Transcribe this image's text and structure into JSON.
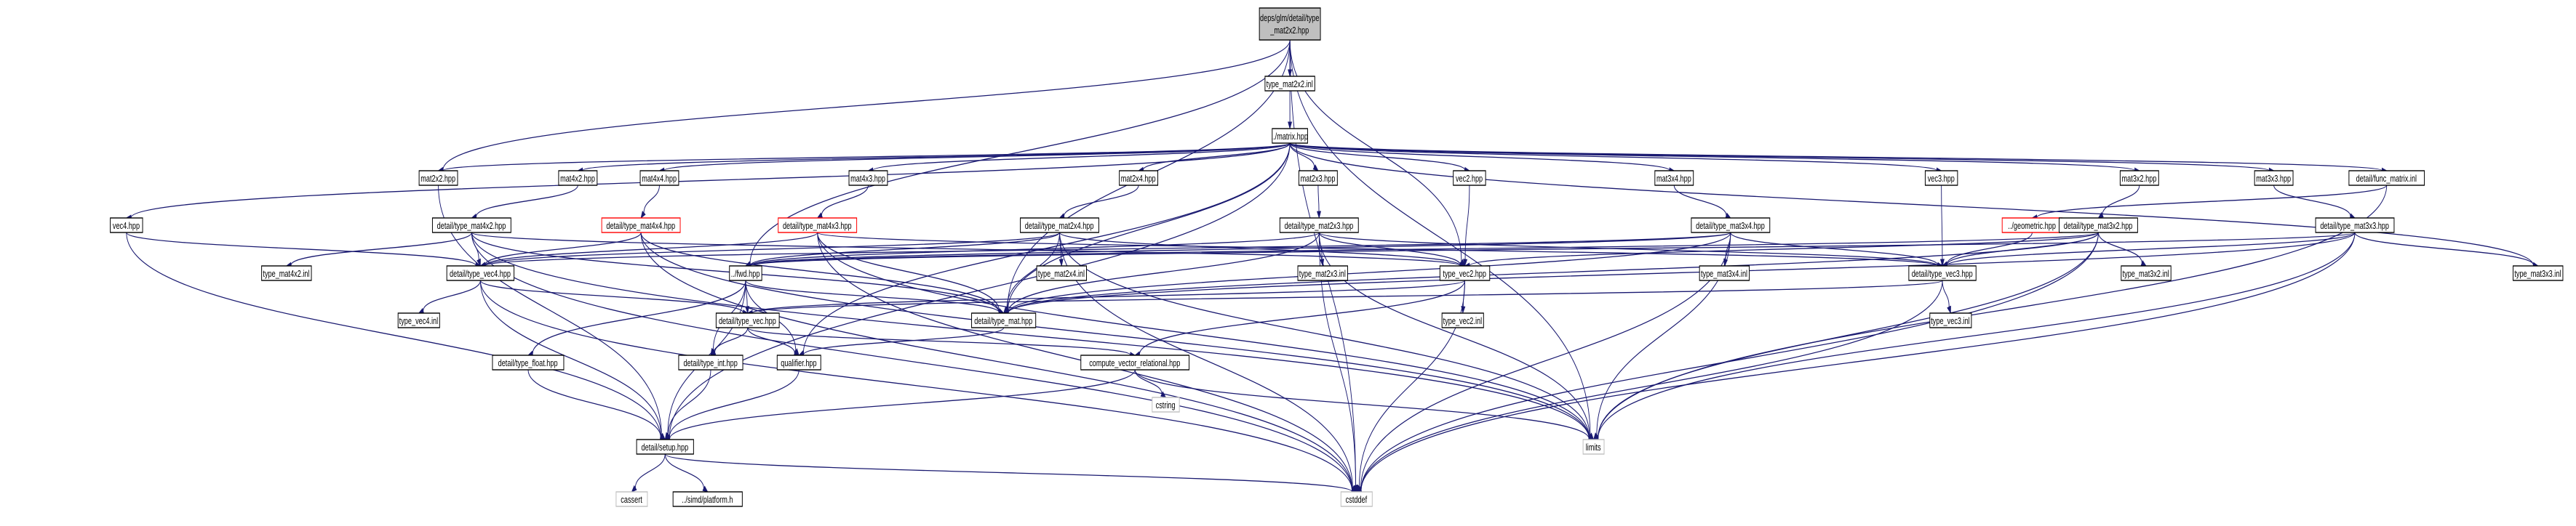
{
  "colors": {
    "edge": "#191970",
    "root_fill": "#bfbfbf",
    "node_border": "#000000",
    "undocumented_border": "#ff0000",
    "external_border": "#bfbfbf"
  },
  "nodes": {
    "root": [
      "deps/glm/detail/type",
      "_mat2x2.hpp"
    ],
    "type_mat2x2_inl": "type_mat2x2.inl",
    "matrix": "../matrix.hpp",
    "mat2x2": "mat2x2.hpp",
    "mat4x2": "mat4x2.hpp",
    "mat4x4": "mat4x4.hpp",
    "mat4x3": "mat4x3.hpp",
    "mat2x4": "mat2x4.hpp",
    "mat2x3": "mat2x3.hpp",
    "vec2": "vec2.hpp",
    "mat3x4": "mat3x4.hpp",
    "vec3": "vec3.hpp",
    "mat3x2": "mat3x2.hpp",
    "mat3x3": "mat3x3.hpp",
    "func_matrix": "detail/func_matrix.inl",
    "vec4": "vec4.hpp",
    "type_mat4x2": "detail/type_mat4x2.hpp",
    "type_mat4x4": "detail/type_mat4x4.hpp",
    "type_mat4x3": "detail/type_mat4x3.hpp",
    "type_mat2x4": "detail/type_mat2x4.hpp",
    "type_mat2x3": "detail/type_mat2x3.hpp",
    "type_mat3x4": "detail/type_mat3x4.hpp",
    "geometric": "../geometric.hpp",
    "type_mat3x2": "detail/type_mat3x2.hpp",
    "type_mat3x3": "detail/type_mat3x3.hpp",
    "type_mat4x2_inl": "type_mat4x2.inl",
    "type_vec4": "detail/type_vec4.hpp",
    "fwd": "../fwd.hpp",
    "type_mat2x4_inl": "type_mat2x4.inl",
    "type_mat2x3_inl": "type_mat2x3.inl",
    "type_vec2": "type_vec2.hpp",
    "type_mat3x4_inl": "type_mat3x4.inl",
    "type_vec3": "detail/type_vec3.hpp",
    "type_mat3x2_inl": "type_mat3x2.inl",
    "type_mat3x3_inl": "type_mat3x3.inl",
    "type_vec4_inl": "type_vec4.inl",
    "type_vec": "detail/type_vec.hpp",
    "type_mat": "detail/type_mat.hpp",
    "type_vec2_inl": "type_vec2.inl",
    "type_vec3_inl": "type_vec3.inl",
    "type_float": "detail/type_float.hpp",
    "type_int": "detail/type_int.hpp",
    "qualifier": "qualifier.hpp",
    "compute_vector_relational": "compute_vector_relational.hpp",
    "cstring": "cstring",
    "setup": "detail/setup.hpp",
    "limits": "limits",
    "cassert": "cassert",
    "platform": "../simd/platform.h",
    "cstddef": "cstddef"
  }
}
